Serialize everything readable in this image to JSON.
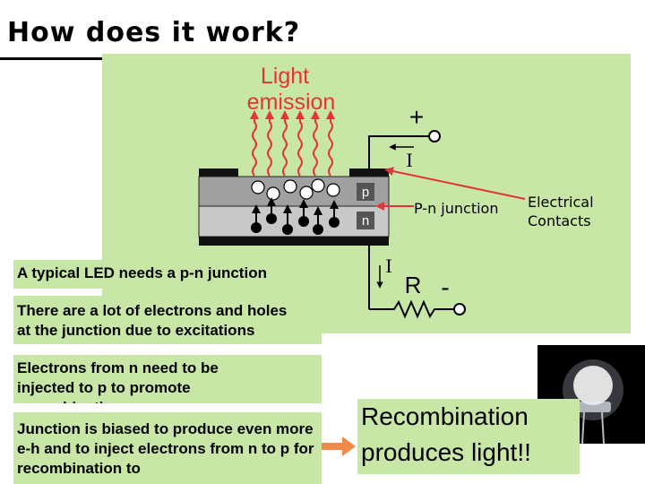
{
  "title": "How does it work?",
  "diagram": {
    "light_line1": "Light",
    "light_line2": "emission",
    "plus": "+",
    "minus": "-",
    "current_top": "I",
    "current_bottom": "I",
    "resistor": "R",
    "layer_p": "p",
    "layer_n": "n",
    "pn_junction_label": "P-n junction",
    "contacts_line1": "Electrical",
    "contacts_line2": "Contacts"
  },
  "boxes": {
    "typical_led": "A typical LED needs a p-n junction",
    "electrons_holes": "There are a lot of electrons and holes at the junction due to excitations",
    "electrons_injected": "Electrons from n need to be injected to p to promote recombination",
    "junction_biased": "Junction is biased to produce even more e-h and to inject electrons from n to p for recombination to"
  },
  "recombination": {
    "line1": "Recombination",
    "line2": "produces light!!"
  },
  "colors": {
    "green_box": "#c8e6a5",
    "light_red": "#e0353a",
    "arrow_orange": "#f08a4b"
  }
}
